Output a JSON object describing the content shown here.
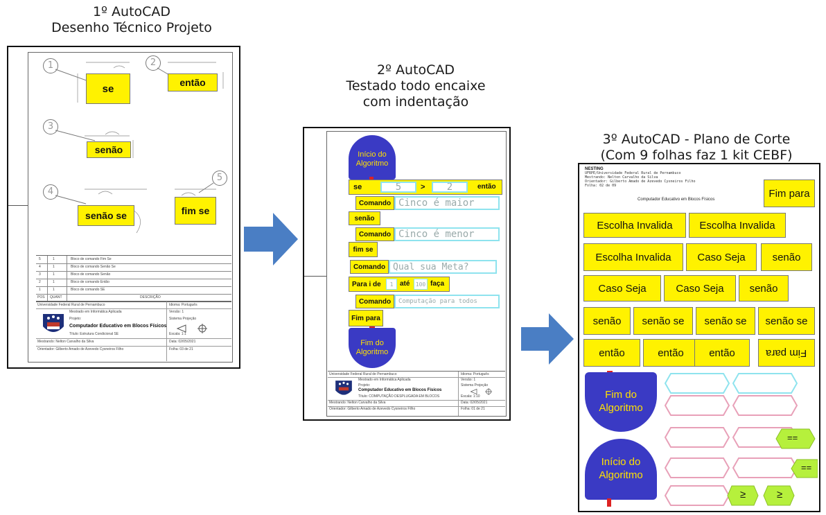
{
  "captions": {
    "step1_line1": "1º AutoCAD",
    "step1_line2": "Desenho Técnico Projeto",
    "step2_line1": "2º AutoCAD",
    "step2_line2": "Testado todo encaixe",
    "step2_line3": "com indentação",
    "step3_line1": "3º AutoCAD - Plano de Corte",
    "step3_line2": "(Com 9 folhas faz 1 kit CEBF)"
  },
  "sheet1": {
    "callouts": [
      "1",
      "2",
      "3",
      "4",
      "5"
    ],
    "blocks": [
      "se",
      "então",
      "senão",
      "senão se",
      "fim se"
    ],
    "bom_rows": [
      {
        "item": "5",
        "qty": "1",
        "desc": "Bloco de comando Fim Se"
      },
      {
        "item": "4",
        "qty": "1",
        "desc": "Bloco de comando Senão Se"
      },
      {
        "item": "3",
        "qty": "1",
        "desc": "Bloco de comando Senão"
      },
      {
        "item": "2",
        "qty": "1",
        "desc": "Bloco de comando Então"
      },
      {
        "item": "1",
        "qty": "1",
        "desc": "Bloco de comando SE"
      }
    ],
    "bom_header": {
      "pos": "POS",
      "qty": "QUANT",
      "desc": "DESCRIÇÃO"
    },
    "title_block": {
      "university": "Universidade Federal Rural de Pernambuco",
      "language": "Idioma: Português",
      "course": "Mestrado em Informática Aplicada",
      "version": "Versão: 1",
      "project_label": "Projeto:",
      "project": "Computador Educativo em Blocos Físicos",
      "system": "Sistema Projeção",
      "title": "Título: Estrutura Condicional SE",
      "scale": "Escala: 1:1",
      "author": "Mestrando: Nelton Carvalho da Silva",
      "date": "Data: 02/05/2021",
      "advisor": "Orientador: Gilberto Amado de Azevedo Cysneiros Filho",
      "sheet": "Folha: 03 de 21"
    }
  },
  "sheet2": {
    "start_pill": "Início do Algoritmo",
    "end_pill": "Fim do Algoritmo",
    "se": "se",
    "val1": "5",
    "op": ">",
    "val2": "2",
    "entao": "então",
    "cmd": "Comando",
    "cmd1": "Cinco é maior",
    "senao": "senão",
    "cmd2": "Cinco é menor",
    "fimse": "fim se",
    "cmd3": "Qual sua Meta?",
    "para_label": "Para i de",
    "para_from": "1",
    "ate": "até",
    "para_to": "100",
    "faca": "faça",
    "cmd4": "Computação para todos",
    "fimpara": "Fim para",
    "title_block": {
      "university": "Universidade Federal Rural de Pernambuco",
      "language": "Idioma: Português",
      "course": "Mestrado em Informática Aplicada",
      "version": "Versão: 1",
      "project_label": "Projeto:",
      "project": "Computador Educativo em Blocos Físicos",
      "system": "Sistema Projeção",
      "title": "Título: COMPUTAÇÃO DESPLUGADA EM BLOCOS",
      "scale": "Escala: 1:10",
      "author": "Mestrando: Nelton Carvalho da Silva",
      "date": "Data: 02/05/2021",
      "advisor": "Orientador: Gilberto Amado de Azevedo Cysneiros Filho",
      "sheet": "Folha: 01 de 21"
    }
  },
  "sheet3": {
    "header_title": "NESTING",
    "header_lines": [
      "UFRPE/Universidade Federal Rural de Pernambuco",
      "Mestrando: Nelton Carvalho da Silva",
      "Orientador: Gilberto Amado de Azevedo Cysneiros Filho",
      "Folha: 02 de 09"
    ],
    "header_project": "Computador Educativo em Blocos Físicos",
    "fim_para_top": "Fim para",
    "row1": [
      "Escolha Invalida",
      "Escolha Invalida"
    ],
    "row2": [
      "Escolha Invalida",
      "Caso Seja",
      "senão"
    ],
    "row3": [
      "Caso Seja",
      "Caso Seja",
      "senão"
    ],
    "row4": [
      "senão",
      "senão se",
      "senão se",
      "senão se"
    ],
    "row5": [
      "então",
      "então",
      "então",
      "Fim para"
    ],
    "fim_pill": "Fim do Algoritmo",
    "inicio_pill": "Início do Algoritmo",
    "op_eq": "==",
    "op_ge": "≥"
  },
  "colors": {
    "block_yellow": "#fff200",
    "pill_blue": "#3a3ac4",
    "pill_text": "#ffe100",
    "arrow_blue": "#4a7ec4",
    "cyan_border": "#8ee3ee",
    "pink_border": "#e8a0b8",
    "green_op": "#b6f03c"
  }
}
